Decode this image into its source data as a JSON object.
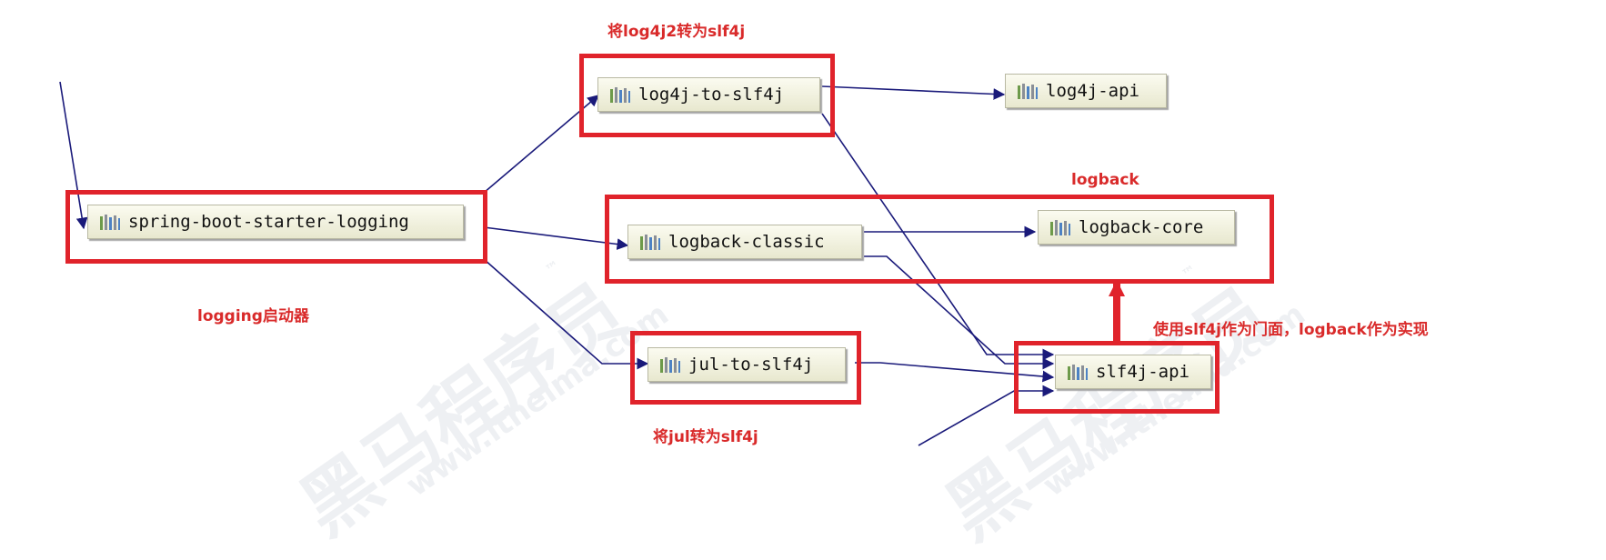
{
  "nodes": {
    "starter": "spring-boot-starter-logging",
    "log4j_to_slf4j": "log4j-to-slf4j",
    "log4j_api": "log4j-api",
    "logback_classic": "logback-classic",
    "logback_core": "logback-core",
    "jul_to_slf4j": "jul-to-slf4j",
    "slf4j_api": "slf4j-api"
  },
  "annotations": {
    "log4j2_to_slf4j": "将log4j2转为slf4j",
    "logback": "logback",
    "logging_starter": "logging启动器",
    "facade_impl": "使用slf4j作为门面，logback作为实现",
    "jul_to_slf4j": "将jul转为slf4j"
  },
  "watermark": {
    "brand": "黑马程序员",
    "url": "www.itheima.com",
    "tm": "™"
  },
  "colors": {
    "highlight": "#e0232b",
    "arrow": "#1a1a7a",
    "annotation_text": "#d92a2a",
    "node_fill": "#f2f2dc"
  }
}
